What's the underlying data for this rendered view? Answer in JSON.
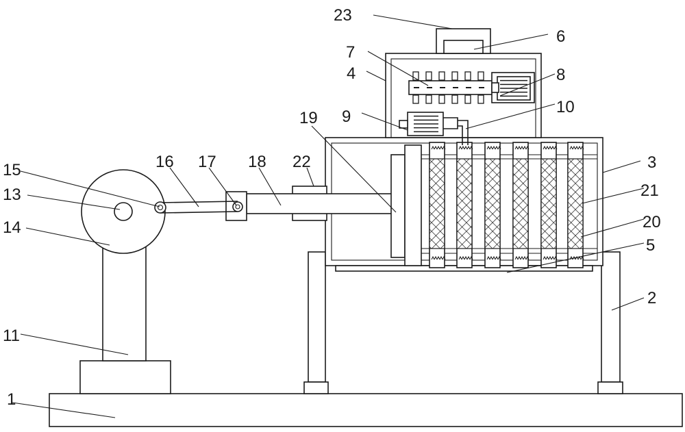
{
  "labels": [
    {
      "text": "1"
    },
    {
      "text": "2"
    },
    {
      "text": "3"
    },
    {
      "text": "4"
    },
    {
      "text": "5"
    },
    {
      "text": "6"
    },
    {
      "text": "7"
    },
    {
      "text": "8"
    },
    {
      "text": "9"
    },
    {
      "text": "10"
    },
    {
      "text": "11"
    },
    {
      "text": "13"
    },
    {
      "text": "14"
    },
    {
      "text": "15"
    },
    {
      "text": "16"
    },
    {
      "text": "17"
    },
    {
      "text": "18"
    },
    {
      "text": "19"
    },
    {
      "text": "20"
    },
    {
      "text": "21"
    },
    {
      "text": "22"
    },
    {
      "text": "23"
    }
  ],
  "colors": {
    "stroke": "#1a1a1a",
    "background": "#ffffff"
  }
}
